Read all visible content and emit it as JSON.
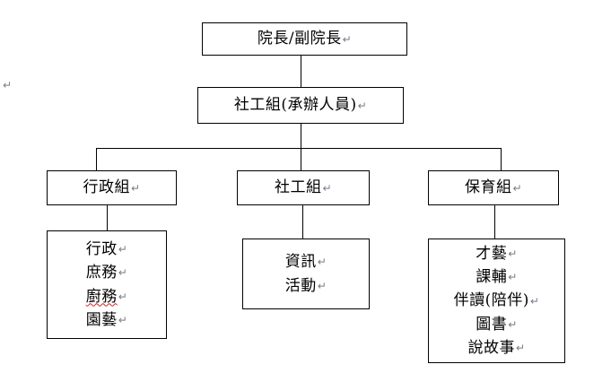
{
  "chart_data": {
    "type": "diagram",
    "title": "",
    "diagram_kind": "organization-chart",
    "orientation": "top-down",
    "levels": 4,
    "nodes": [
      {
        "id": "director",
        "label": "院長/副院長",
        "level": 1
      },
      {
        "id": "socialwork-hq",
        "label": "社工組(承辦人員)",
        "level": 2
      },
      {
        "id": "admin",
        "label": "行政組",
        "level": 3
      },
      {
        "id": "socialwork",
        "label": "社工組",
        "level": 3
      },
      {
        "id": "childcare",
        "label": "保育組",
        "level": 3
      },
      {
        "id": "admin-items",
        "label": "行政 / 庶務 / 廚務 / 園藝",
        "level": 4
      },
      {
        "id": "socialwork-items",
        "label": "資訊 / 活動",
        "level": 4
      },
      {
        "id": "childcare-items",
        "label": "才藝 / 課輔 / 伴讀(陪伴) / 圖書 / 說故事",
        "level": 4
      }
    ],
    "edges": [
      {
        "from": "director",
        "to": "socialwork-hq"
      },
      {
        "from": "socialwork-hq",
        "to": "admin"
      },
      {
        "from": "socialwork-hq",
        "to": "socialwork"
      },
      {
        "from": "socialwork-hq",
        "to": "childcare"
      },
      {
        "from": "admin",
        "to": "admin-items"
      },
      {
        "from": "socialwork",
        "to": "socialwork-items"
      },
      {
        "from": "childcare",
        "to": "childcare-items"
      }
    ]
  },
  "marks": {
    "paragraph_mark": "↵",
    "margin_mark": "↵"
  },
  "colors": {
    "border": "#000000",
    "text": "#000000",
    "background": "#ffffff",
    "mark": "#7a7a8a",
    "spellcheck_underline": "#d22020"
  },
  "nodes": {
    "director": {
      "lines": [
        "院長/副院長"
      ]
    },
    "socialwork_hq": {
      "lines": [
        "社工組(承辦人員)"
      ]
    },
    "admin": {
      "lines": [
        "行政組"
      ]
    },
    "socialwork": {
      "lines": [
        "社工組"
      ]
    },
    "childcare": {
      "lines": [
        "保育組"
      ]
    },
    "admin_items": {
      "lines": [
        "行政",
        "庶務",
        "廚務",
        "園藝"
      ],
      "misspelled_index": 2
    },
    "socialwork_items": {
      "lines": [
        "資訊",
        "活動"
      ]
    },
    "childcare_items": {
      "lines": [
        "才藝",
        "課輔",
        "伴讀(陪伴)",
        "圖書",
        "說故事"
      ]
    }
  }
}
